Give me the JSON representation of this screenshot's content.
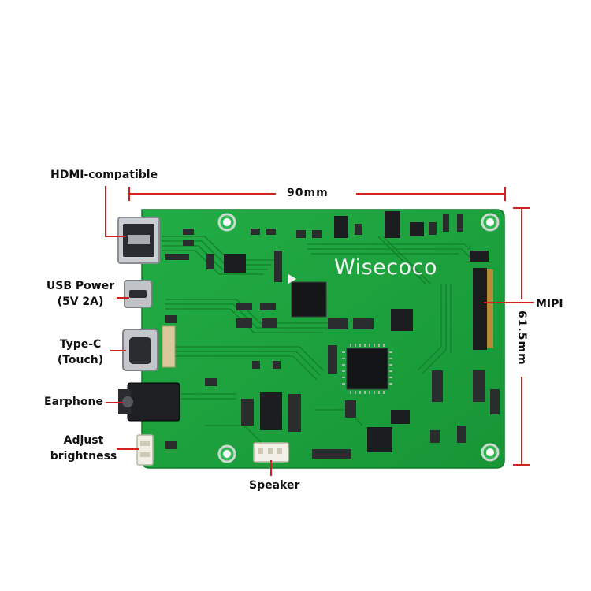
{
  "labels": {
    "hdmi": "HDMI-compatible",
    "usb_power_line1": "USB Power",
    "usb_power_line2": "(5V 2A)",
    "typec_line1": "Type-C",
    "typec_line2": "(Touch)",
    "earphone": "Earphone",
    "adjust_line1": "Adjust",
    "adjust_line2": "brightness",
    "speaker": "Speaker",
    "mipi": "MIPI"
  },
  "dimensions": {
    "width_text": "90mm",
    "height_text": "61.5mm"
  },
  "board": {
    "brand_text": "Wisecoco"
  },
  "colors": {
    "pcb": "#1fa43f",
    "pcb_dark": "#137a2c",
    "dimension_line": "#d62020",
    "text": "#111111"
  }
}
